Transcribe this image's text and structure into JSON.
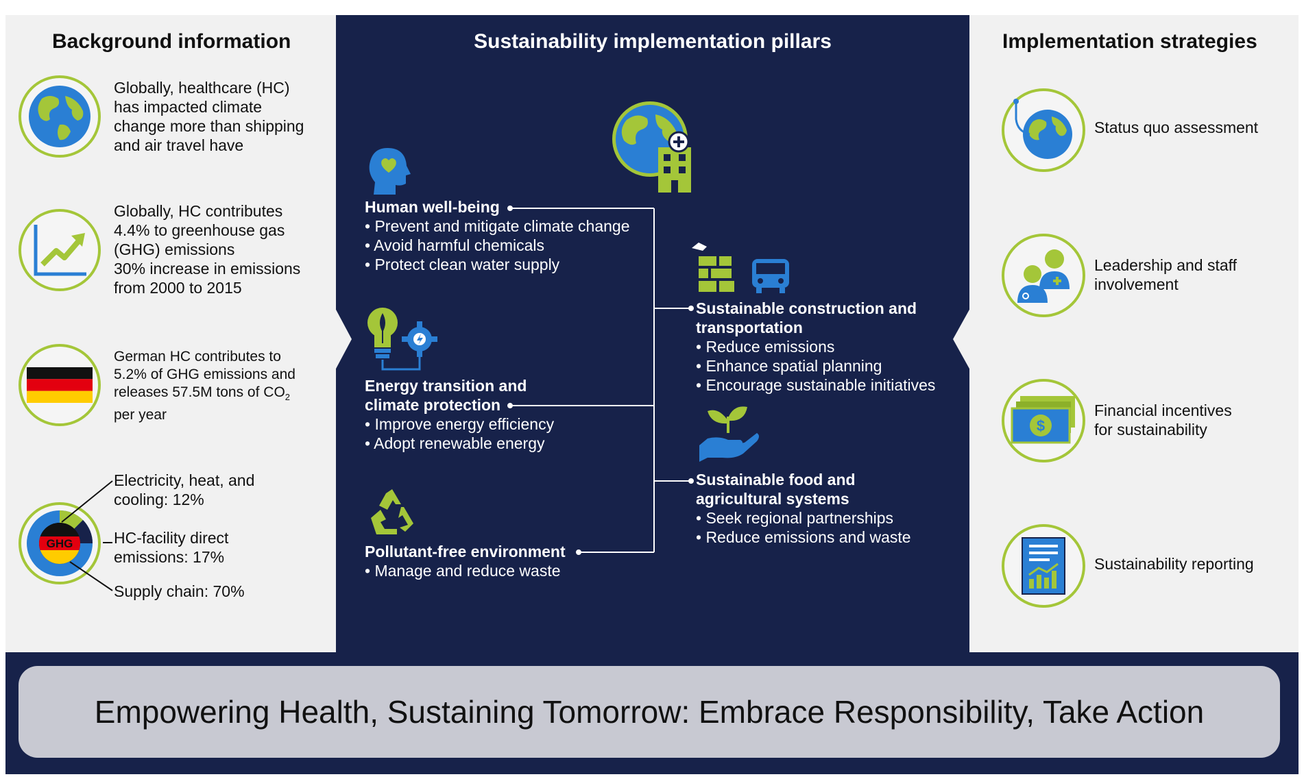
{
  "colors": {
    "navy": "#17224a",
    "green": "#a4c639",
    "blue": "#2a7fd4",
    "panel": "#f1f1f1",
    "banner": "#c8c9d2"
  },
  "left": {
    "title": "Background information",
    "items": [
      {
        "icon": "globe-icon",
        "lines": [
          "Globally, healthcare (HC)",
          "has impacted climate",
          "change more than shipping",
          "and air travel have"
        ]
      },
      {
        "icon": "trend-up-chart-icon",
        "lines": [
          "Globally, HC contributes",
          "4.4% to greenhouse gas",
          "(GHG) emissions",
          "30% increase in emissions",
          "from 2000 to 2015"
        ]
      },
      {
        "icon": "german-flag-icon",
        "line1": "German HC contributes to",
        "line2": "5.2% of GHG emissions and",
        "line3_pre": "releases 57.5M tons of CO",
        "line3_sub": "2",
        "line4": "per year"
      }
    ],
    "donut": {
      "center_label": "GHG",
      "segments": [
        {
          "line1": "Electricity, heat, and",
          "line2": "cooling: 12%",
          "value": 12
        },
        {
          "line1": "HC-facility direct",
          "line2": "emissions: 17%",
          "value": 17
        },
        {
          "line1": "Supply chain: 70%",
          "line2": "",
          "value": 70
        }
      ]
    }
  },
  "center": {
    "title": "Sustainability implementation pillars",
    "pillars": [
      {
        "title1": "Human well-being",
        "title2": "",
        "bullets": [
          "• Prevent and mitigate climate change",
          "• Avoid harmful chemicals",
          "• Protect clean water supply"
        ]
      },
      {
        "title1": "Energy transition and",
        "title2": "climate protection",
        "bullets": [
          "• Improve energy efficiency",
          "• Adopt renewable energy"
        ]
      },
      {
        "title1": "Pollutant-free environment",
        "title2": "",
        "bullets": [
          "• Manage and reduce waste"
        ]
      },
      {
        "title1": "Sustainable construction and",
        "title2": "transportation",
        "bullets": [
          "• Reduce emissions",
          "• Enhance spatial planning",
          "• Encourage sustainable initiatives"
        ]
      },
      {
        "title1": "Sustainable food and",
        "title2": "agricultural systems",
        "bullets": [
          "• Seek regional partnerships",
          "• Reduce emissions and waste"
        ]
      }
    ]
  },
  "right": {
    "title": "Implementation strategies",
    "items": [
      {
        "icon": "globe-stethoscope-icon",
        "line1": "Status quo assessment",
        "line2": ""
      },
      {
        "icon": "staff-people-icon",
        "line1": "Leadership and staff",
        "line2": "involvement"
      },
      {
        "icon": "money-bills-icon",
        "line1": "Financial incentives",
        "line2": "for sustainability"
      },
      {
        "icon": "report-document-icon",
        "line1": "Sustainability reporting",
        "line2": ""
      }
    ]
  },
  "banner": {
    "text": "Empowering Health, Sustaining Tomorrow: Embrace Responsibility, Take Action"
  }
}
